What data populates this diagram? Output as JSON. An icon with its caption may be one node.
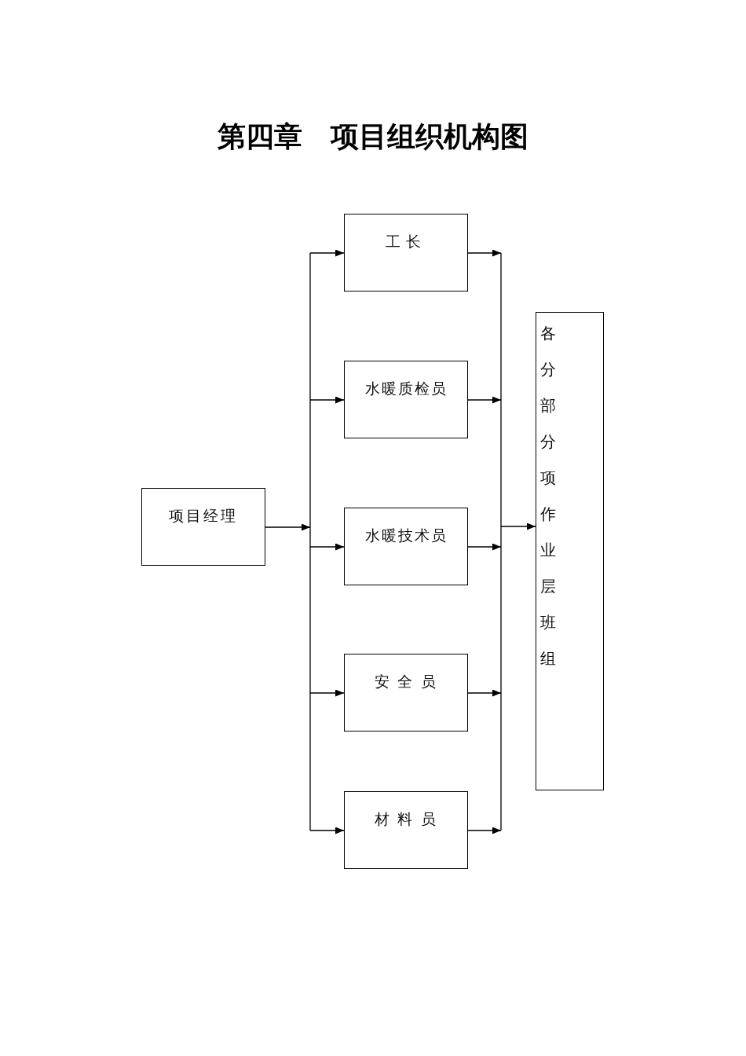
{
  "diagram": {
    "title": "第四章　项目组织机构图",
    "nodes": [
      {
        "text": [
          "项目经理"
        ]
      },
      {
        "text": [
          "工长"
        ]
      },
      {
        "text": [
          "水暖质检员"
        ]
      },
      {
        "text": [
          "水暖技术员"
        ]
      },
      {
        "text": [
          "安 全 员"
        ]
      },
      {
        "text": [
          "材 料 员"
        ]
      },
      {
        "text": [
          "各分部分项作业层班组"
        ]
      }
    ],
    "edges": [
      {
        "from": 0,
        "to": 1,
        "arrow": "to"
      },
      {
        "from": 0,
        "to": 2,
        "arrow": "to"
      },
      {
        "from": 0,
        "to": 3,
        "arrow": "to"
      },
      {
        "from": 0,
        "to": 4,
        "arrow": "to"
      },
      {
        "from": 0,
        "to": 5,
        "arrow": "to"
      },
      {
        "from": 1,
        "to": 6,
        "arrow": "to"
      },
      {
        "from": 2,
        "to": 6,
        "arrow": "to"
      },
      {
        "from": 3,
        "to": 6,
        "arrow": "to"
      },
      {
        "from": 4,
        "to": 6,
        "arrow": "to"
      },
      {
        "from": 5,
        "to": 6,
        "arrow": "to"
      }
    ]
  }
}
